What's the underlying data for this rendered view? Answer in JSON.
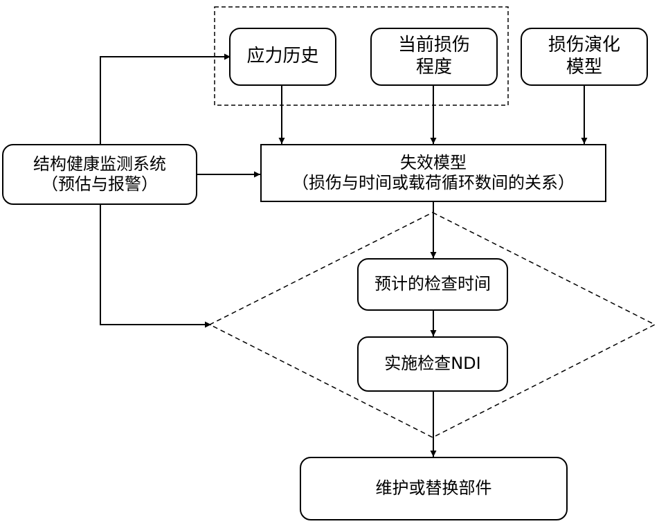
{
  "nodes": {
    "stress_history": [
      "应力历史"
    ],
    "current_damage": [
      "当前损伤",
      "程度"
    ],
    "damage_evolution": [
      "损伤演化",
      "模型"
    ],
    "shm_system": [
      "结构健康监测系统",
      "（预估与报警）"
    ],
    "failure_model": [
      "失效模型",
      "（损伤与时间或载荷循环数间的关系）"
    ],
    "predicted_inspection": [
      "预计的检查时间"
    ],
    "perform_ndi": [
      "实施检查NDI"
    ],
    "maintain_replace": [
      "维护或替换部件"
    ]
  }
}
